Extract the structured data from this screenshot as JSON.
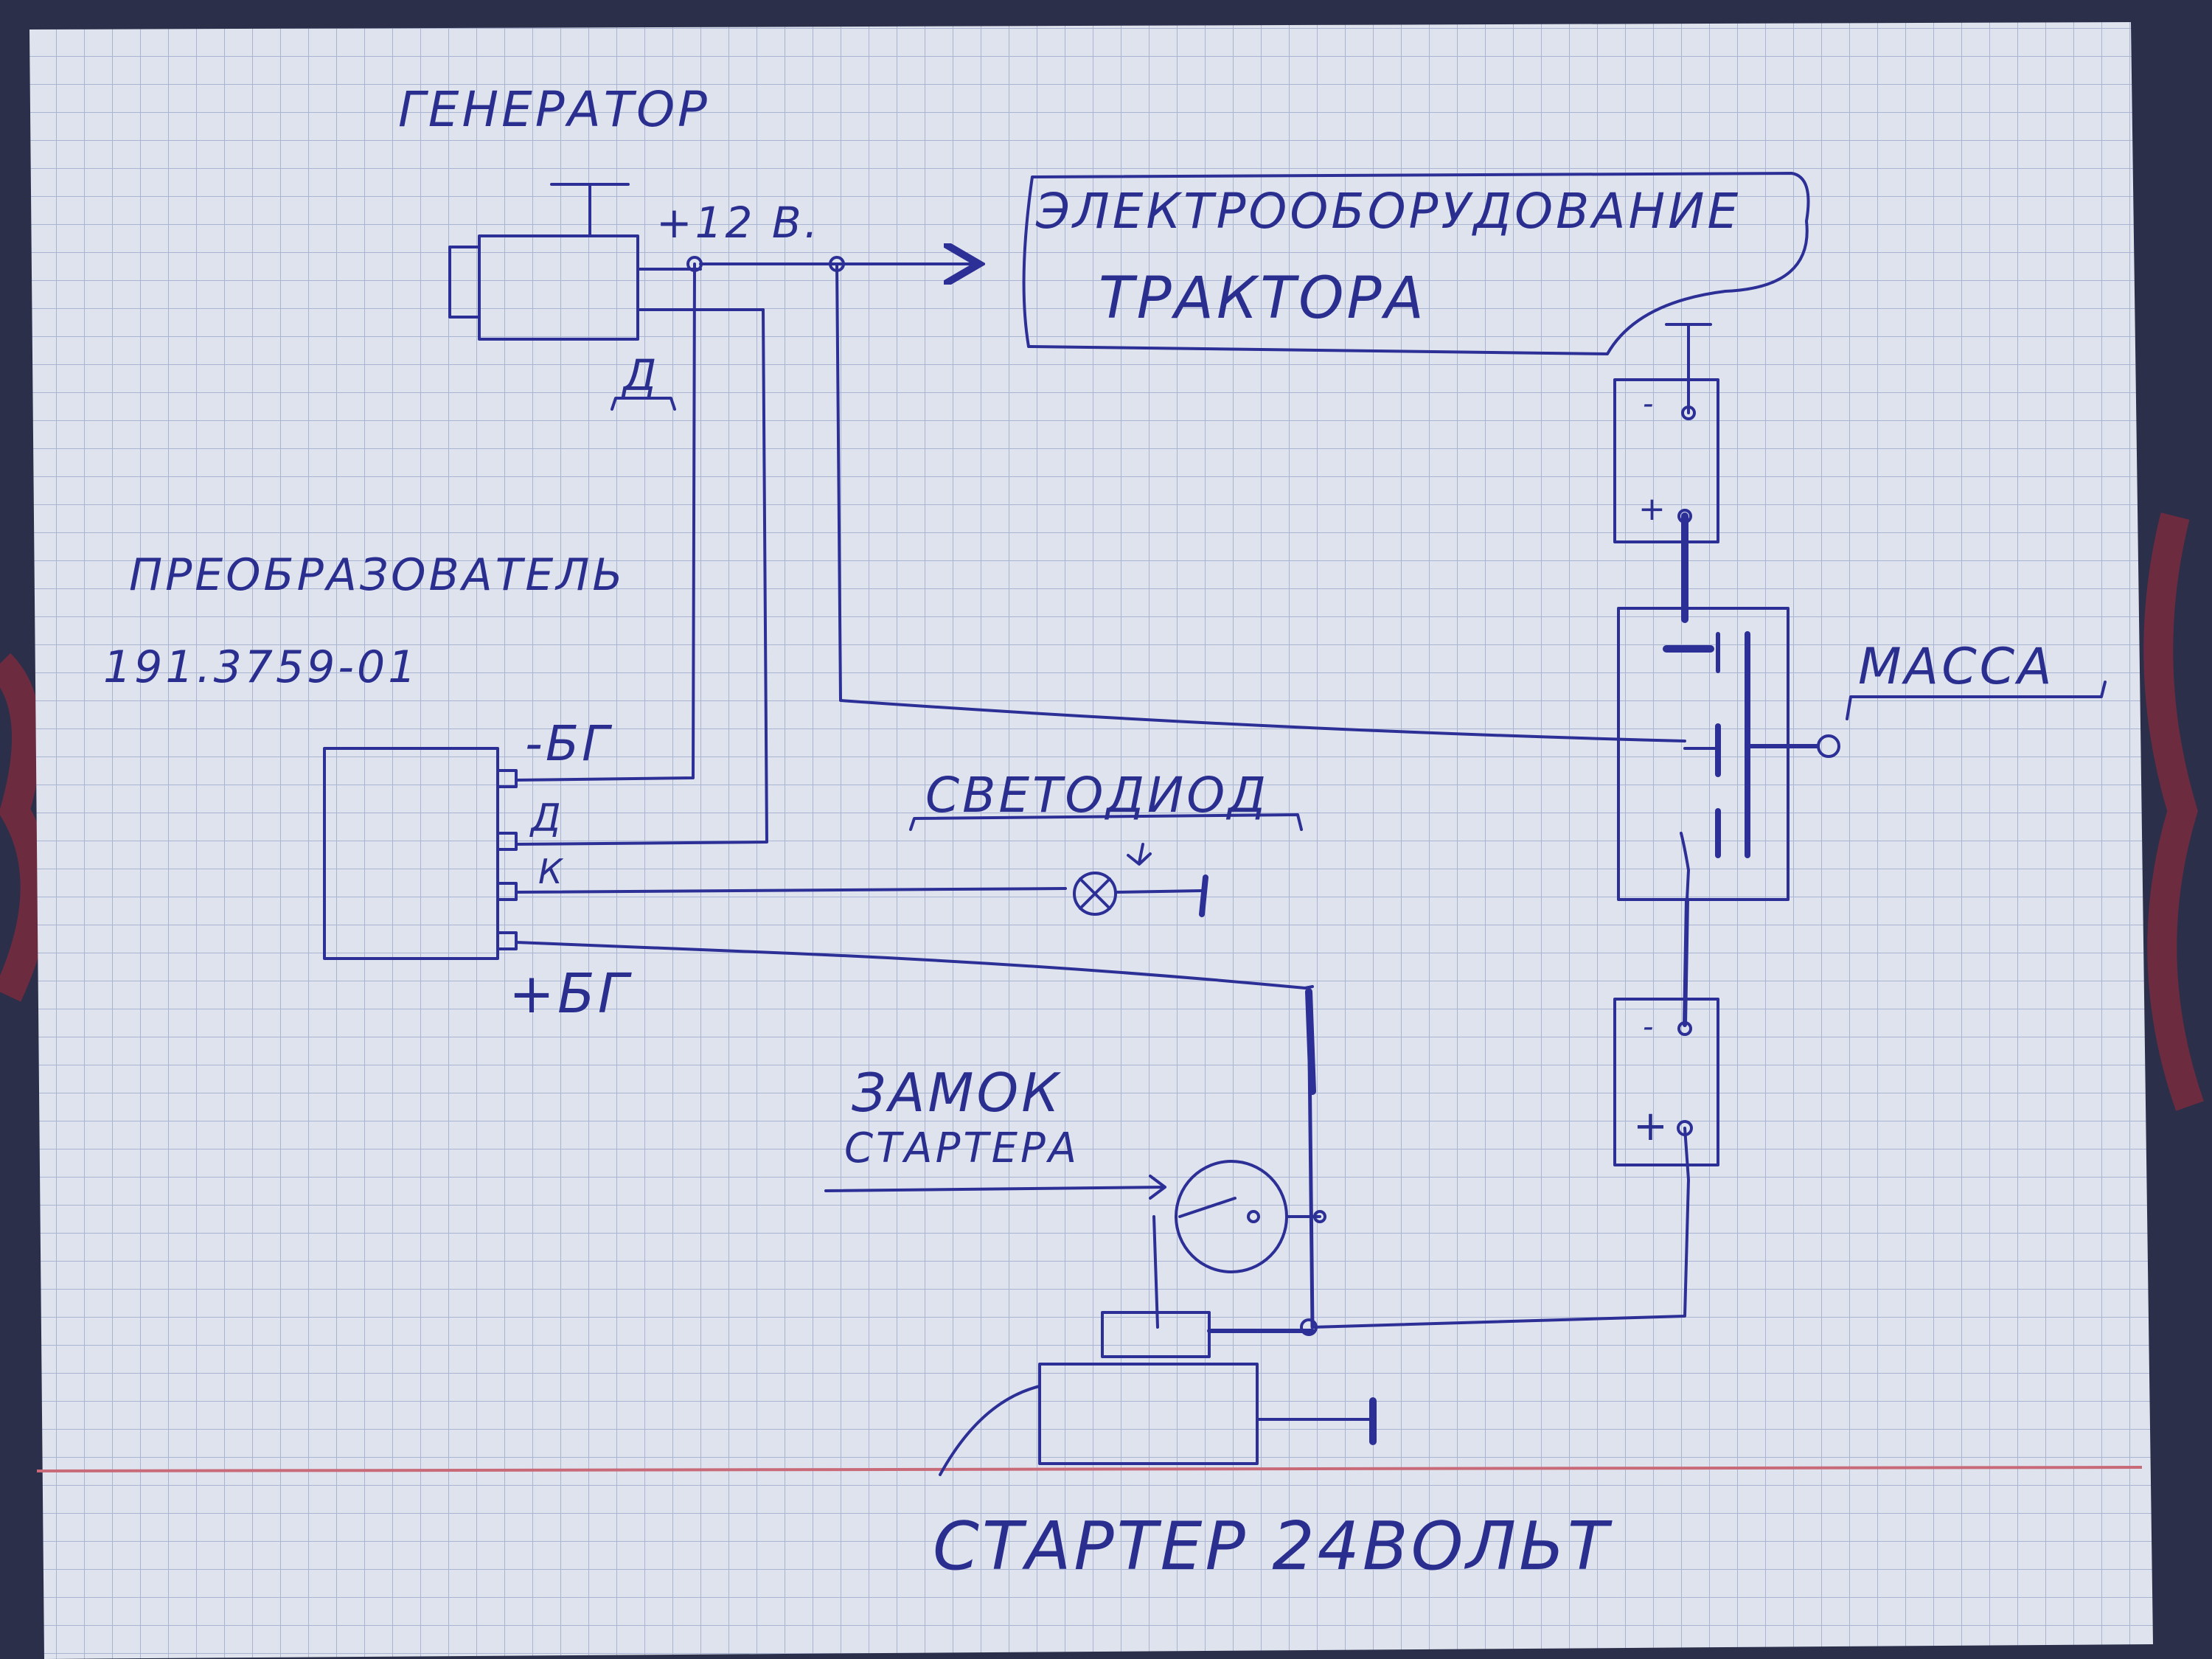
{
  "colors": {
    "ink": "#2c2f95",
    "paper": "#dfe3ee",
    "grid": "#a9b4d2",
    "margin_line": "#c96a78",
    "backdrop": "#2b2f4a",
    "fabric_accent": "#8a2a3a"
  },
  "labels": {
    "generator": "ГЕНЕРАТОР",
    "plus12v": "+12 В.",
    "d_generator": "Д",
    "equipment_line1": "ЭЛЕКТРООБОРУДОВАНИЕ",
    "equipment_line2": "ТРАКТОРА",
    "converter_line1": "ПРЕОБРАЗОВАТЕЛЬ",
    "converter_line2": "191.3759-01",
    "minus_bg": "-БГ",
    "d_converter": "Д",
    "k": "К",
    "plus_bg": "+БГ",
    "led": "СВЕТОДИОД",
    "massa": "МАССА",
    "battery1_minus": "-",
    "battery1_plus": "+",
    "battery2_minus": "-",
    "battery2_plus": "+",
    "lock_line1": "ЗАМОК",
    "lock_line2": "СТАРТЕРА",
    "starter": "СТАРТЕР 24ВОЛЬТ"
  }
}
